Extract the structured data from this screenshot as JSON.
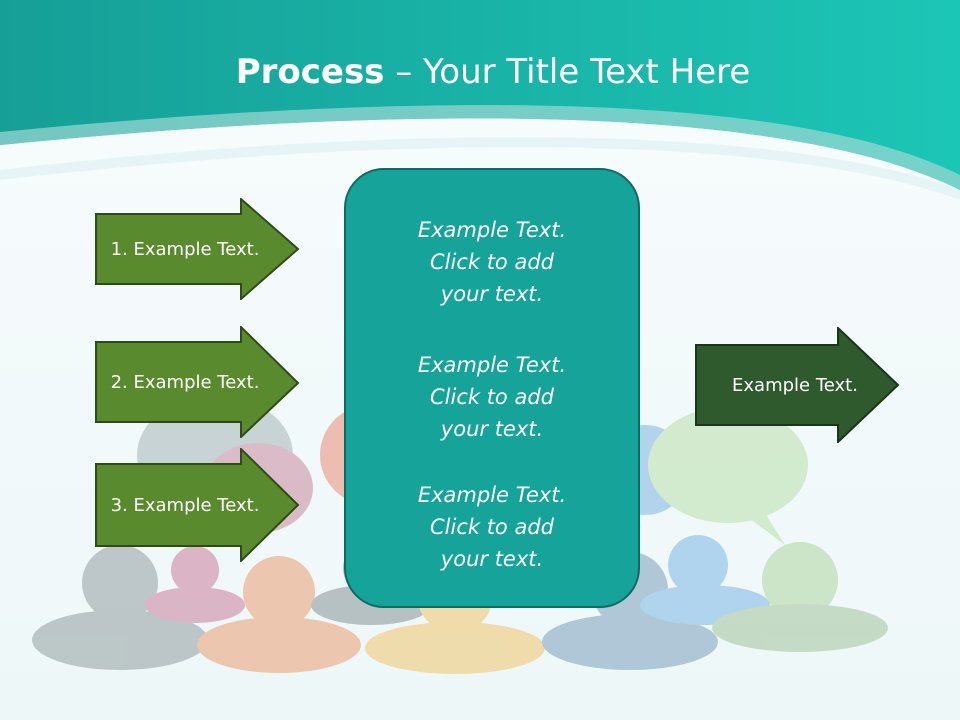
{
  "slide": {
    "title_bold": "Process",
    "title_rest": " – Your Title Text Here",
    "left_arrows": [
      {
        "label": "1. Example Text."
      },
      {
        "label": "2. Example Text."
      },
      {
        "label": "3. Example Text."
      }
    ],
    "center_box": {
      "paragraphs": [
        {
          "line1": "Example Text.",
          "line2": "Click  to add",
          "line3": "your text."
        },
        {
          "line1": "Example Text.",
          "line2": "Click  to add",
          "line3": "your text."
        },
        {
          "line1": "Example Text.",
          "line2": "Click  to add",
          "line3": "your text."
        }
      ]
    },
    "right_arrow": {
      "label": "Example Text."
    }
  },
  "colors": {
    "header_teal": "#17a9a0",
    "header_light": "#1cc3b4",
    "arrow_green": "#5a8a2e",
    "arrow_dark_green": "#2f5a2e",
    "box_teal": "#16a39a",
    "box_border": "#0f6a64"
  }
}
